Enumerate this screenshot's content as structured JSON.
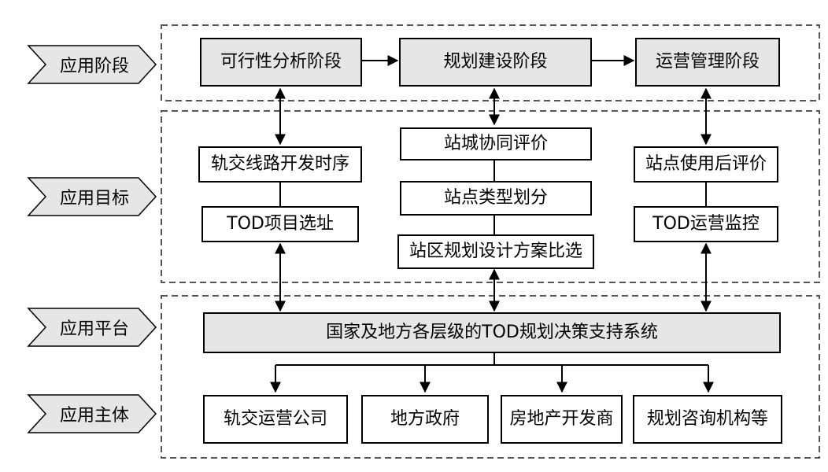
{
  "diagram": {
    "layers": [
      {
        "label": "应用阶段"
      },
      {
        "label": "应用目标"
      },
      {
        "label": "应用平台"
      },
      {
        "label": "应用主体"
      }
    ],
    "stages": [
      "可行性分析阶段",
      "规划建设阶段",
      "运营管理阶段"
    ],
    "targets": {
      "left": [
        "轨交线路开发时序",
        "TOD项目选址"
      ],
      "middle": [
        "站城协同评价",
        "站点类型划分",
        "站区规划设计方案比选"
      ],
      "right": [
        "站点使用后评价",
        "TOD运营监控"
      ]
    },
    "platform": "国家及地方各层级的TOD规划决策支持系统",
    "actors": [
      "轨交运营公司",
      "地方政府",
      "房地产开发商",
      "规划咨询机构等"
    ],
    "colors": {
      "gray_box_fill": "#e6e6e6",
      "label_fill": "#e6e6e6",
      "line": "#000000",
      "dash": "#555555"
    }
  }
}
